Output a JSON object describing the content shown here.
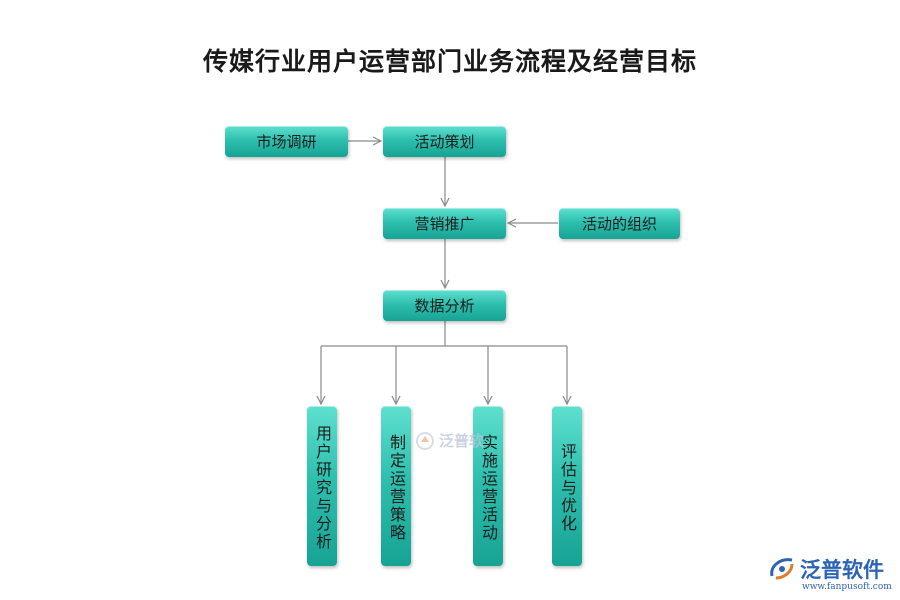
{
  "title": "传媒行业用户运营部门业务流程及经营目标",
  "nodes": {
    "market_research": "市场调研",
    "activity_planning": "活动策划",
    "marketing_promotion": "营销推广",
    "activity_organization": "活动的组织",
    "data_analysis": "数据分析",
    "user_research": "用户研究与分析",
    "strategy": "制定运营策略",
    "implement": "实施运营活动",
    "evaluate": "评估与优化"
  },
  "watermark": {
    "text": "泛普软",
    "icon": "fanpu-logo-icon"
  },
  "logo": {
    "name": "泛普软件",
    "url": "www.fanpusoft.com",
    "icon": "fanpu-logo-icon"
  },
  "colors": {
    "box": "#2fbfae",
    "line": "#8a8a8a",
    "brand": "#2d63b5"
  }
}
